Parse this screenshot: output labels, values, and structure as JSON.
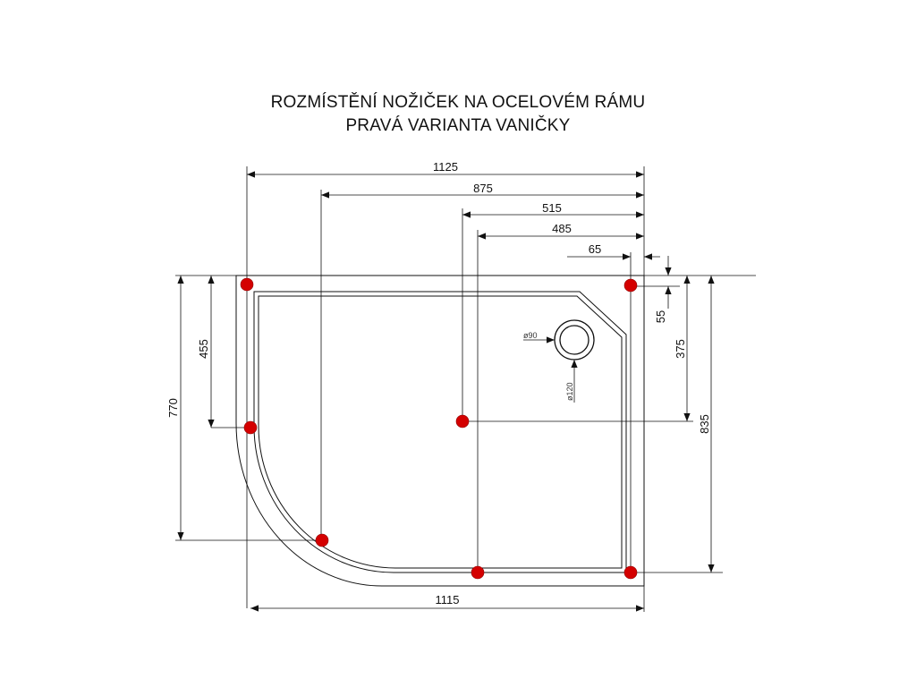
{
  "title": {
    "line1": "ROZMÍSTĚNÍ NOŽIČEK NA OCELOVÉM RÁMU",
    "line2": "PRAVÁ VARIANTA VANIČKY"
  },
  "dimensions": {
    "width_1125": "1125",
    "width_875": "875",
    "width_515": "515",
    "width_485": "485",
    "width_65": "65",
    "width_1115": "1115",
    "height_55": "55",
    "height_375": "375",
    "height_835": "835",
    "height_455": "455",
    "height_770": "770"
  },
  "drain": {
    "inner_label": "ø90",
    "outer_label": "ø120"
  },
  "colors": {
    "line": "#111111",
    "foot": "#d40000"
  }
}
